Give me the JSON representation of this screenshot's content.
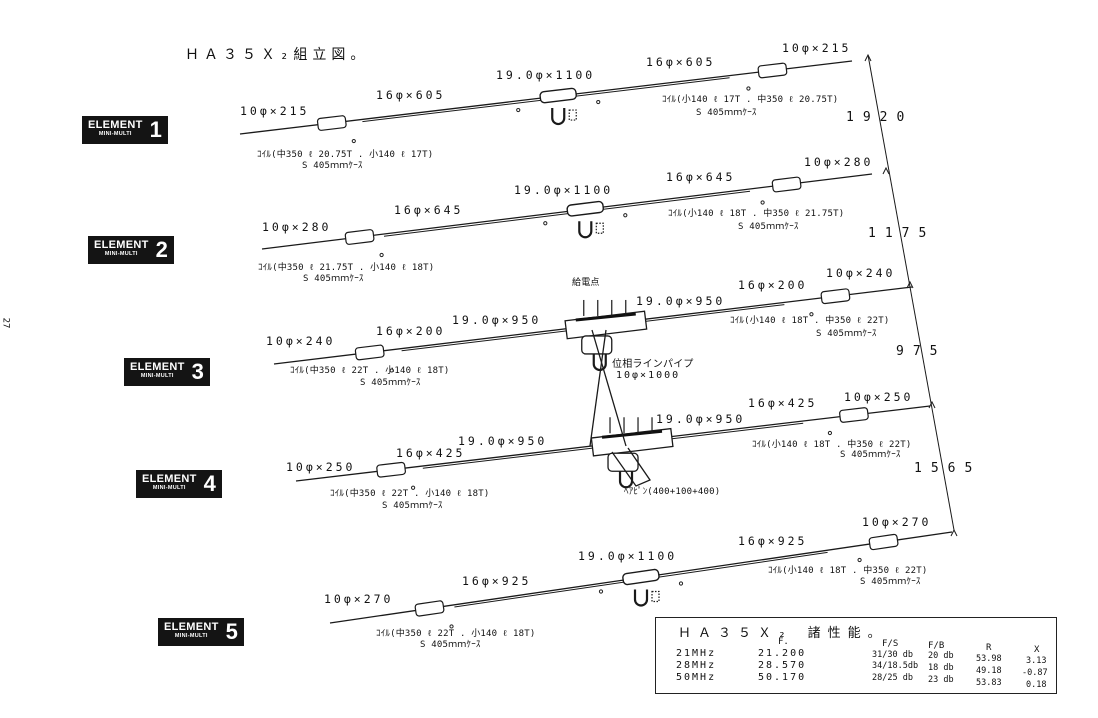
{
  "title": "ＨＡ３５Ｘ₂組立図。",
  "page_number": "27",
  "elements": [
    {
      "badge_top": "ELEMENT",
      "badge_sub": "MINI-MULTI",
      "badge_num": "1",
      "left_tip": "10φ×215",
      "left_tube": "16φ×605",
      "center": "19.0φ×1100",
      "right_tube": "16φ×605",
      "right_tip": "10φ×215",
      "left_coil": "ｺｲﾙ(中350 ℓ 20.75T . 小140 ℓ 17T)",
      "left_case": "S 405ｍｍｹｰｽ",
      "right_coil": "ｺｲﾙ(小140 ℓ 17T . 中350 ℓ 20.75T)",
      "right_case": "S 405ｍｍｹｰｽ"
    },
    {
      "badge_top": "ELEMENT",
      "badge_sub": "MINI-MULTI",
      "badge_num": "2",
      "left_tip": "10φ×280",
      "left_tube": "16φ×645",
      "center": "19.0φ×1100",
      "right_tube": "16φ×645",
      "right_tip": "10φ×280",
      "left_coil": "ｺｲﾙ(中350 ℓ 21.75T . 小140 ℓ 18T)",
      "left_case": "S 405ｍｍｹｰｽ",
      "right_coil": "ｺｲﾙ(小140 ℓ 18T . 中350 ℓ 21.75T)",
      "right_case": "S 405ｍｍｹｰｽ"
    },
    {
      "badge_top": "ELEMENT",
      "badge_sub": "MINI-MULTI",
      "badge_num": "3",
      "left_tip": "10φ×240",
      "left_tube": "16φ×200",
      "center_left": "19.0φ×950",
      "center_right": "19.0φ×950",
      "right_tube": "16φ×200",
      "right_tip": "10φ×240",
      "left_coil": "ｺｲﾙ(中350 ℓ 22T . 小140 ℓ 18T)",
      "left_case": "S 405ｍｍｹｰｽ",
      "right_coil": "ｺｲﾙ(小140 ℓ 18T . 中350 ℓ 22T)",
      "right_case": "S 405ｍｍｹｰｽ",
      "feed_label": "給電点"
    },
    {
      "badge_top": "ELEMENT",
      "badge_sub": "MINI-MULTI",
      "badge_num": "4",
      "left_tip": "10φ×250",
      "left_tube": "16φ×425",
      "center_left": "19.0φ×950",
      "center_right": "19.0φ×950",
      "right_tube": "16φ×425",
      "right_tip": "10φ×250",
      "left_coil": "ｺｲﾙ(中350 ℓ 22T . 小140 ℓ 18T)",
      "left_case": "S 405ｍｍｹｰｽ",
      "right_coil": "ｺｲﾙ(小140 ℓ 18T . 中350 ℓ 22T)",
      "right_case": "S 405ｍｍｹｰｽ",
      "hairpin": "ﾍｱﾋﾟﾝ(400+100+400)"
    },
    {
      "badge_top": "ELEMENT",
      "badge_sub": "MINI-MULTI",
      "badge_num": "5",
      "left_tip": "10φ×270",
      "left_tube": "16φ×925",
      "center": "19.0φ×1100",
      "right_tube": "16φ×925",
      "right_tip": "10φ×270",
      "left_coil": "ｺｲﾙ(中350 ℓ 22T . 小140 ℓ 18T)",
      "left_case": "S 405ｍｍｹｰｽ",
      "right_coil": "ｺｲﾙ(小140 ℓ 18T . 中350 ℓ 22T)",
      "right_case": "S 405ｍｍｹｰｽ"
    }
  ],
  "phase_line": {
    "line1": "位相ラインパイプ",
    "line2": "10φ×1000"
  },
  "spacings": [
    "1920",
    "1175",
    "975",
    "1565"
  ],
  "performance": {
    "title": "ＨＡ３５Ｘ₂ 諸性能。",
    "headers": [
      "F.",
      "F/S",
      "F/B",
      "R",
      "X"
    ],
    "rows": [
      {
        "band": "21MHz",
        "f": "21.200",
        "fs": "31/30 db",
        "fb": "20 db",
        "r": "53.98",
        "x": "3.13"
      },
      {
        "band": "28MHz",
        "f": "28.570",
        "fs": "34/18.5db",
        "fb": "18 db",
        "r": "49.18",
        "x": "-0.87"
      },
      {
        "band": "50MHz",
        "f": "50.170",
        "fs": "28/25 db",
        "fb": "23 db",
        "r": "53.83",
        "x": "0.18"
      }
    ]
  }
}
